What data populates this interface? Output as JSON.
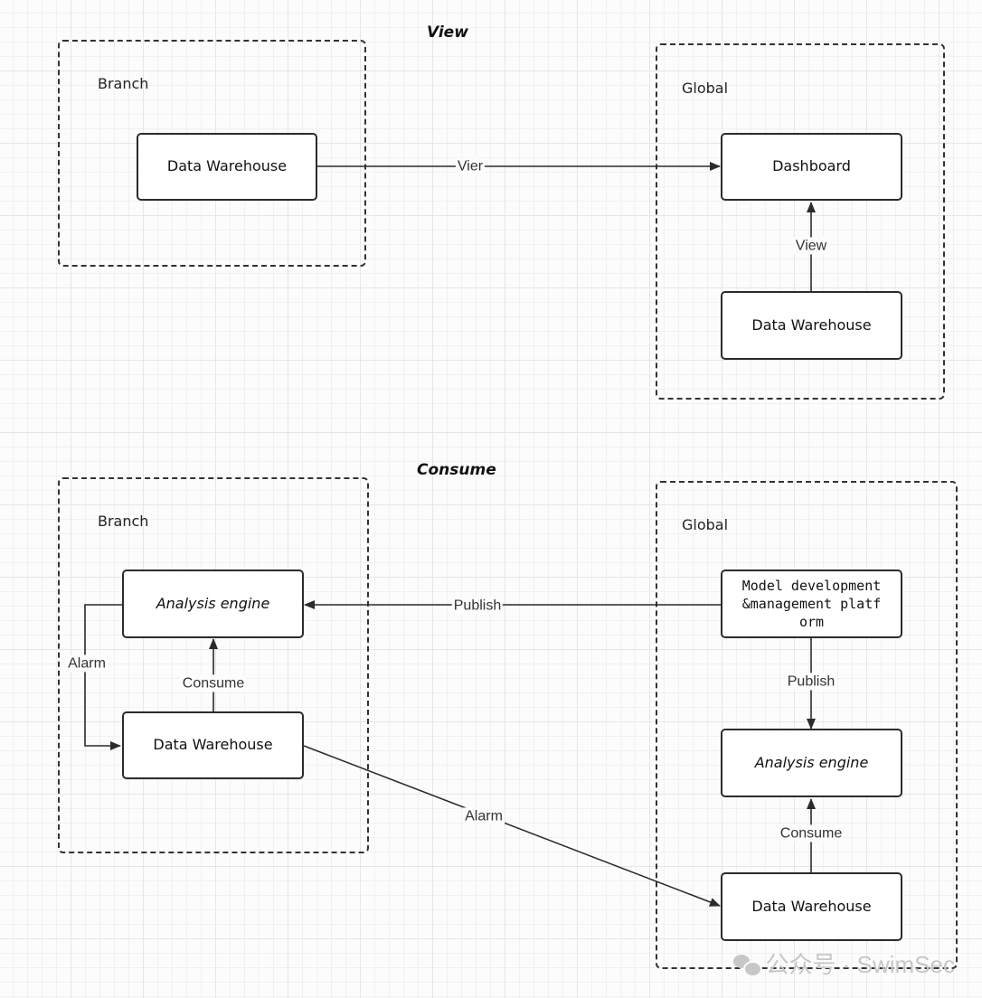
{
  "sections": {
    "view_title": "View",
    "consume_title": "Consume"
  },
  "view": {
    "branch_label": "Branch",
    "global_label": "Global",
    "branch_dw": "Data Warehouse",
    "global_dashboard": "Dashboard",
    "global_dw": "Data Warehouse",
    "edge_branch_to_dashboard": "Vier",
    "edge_dw_to_dashboard": "View"
  },
  "consume": {
    "branch_label": "Branch",
    "global_label": "Global",
    "branch_engine": "Analysis engine",
    "branch_dw": "Data Warehouse",
    "global_model_platform": "Model development\n&management platf\norm",
    "global_engine": "Analysis engine",
    "global_dw": "Data Warehouse",
    "edge_alarm_loop": "Alarm",
    "edge_branch_consume": "Consume",
    "edge_publish_to_branch": "Publish",
    "edge_publish_to_global": "Publish",
    "edge_global_consume": "Consume",
    "edge_alarm_to_global": "Alarm"
  },
  "watermark": {
    "text": "公众号 · SwimSec",
    "icon": "wechat-icon"
  },
  "colors": {
    "stroke": "#2b2b2b",
    "grid": "#e6e6e6",
    "watermark": "#c7c7c7"
  }
}
